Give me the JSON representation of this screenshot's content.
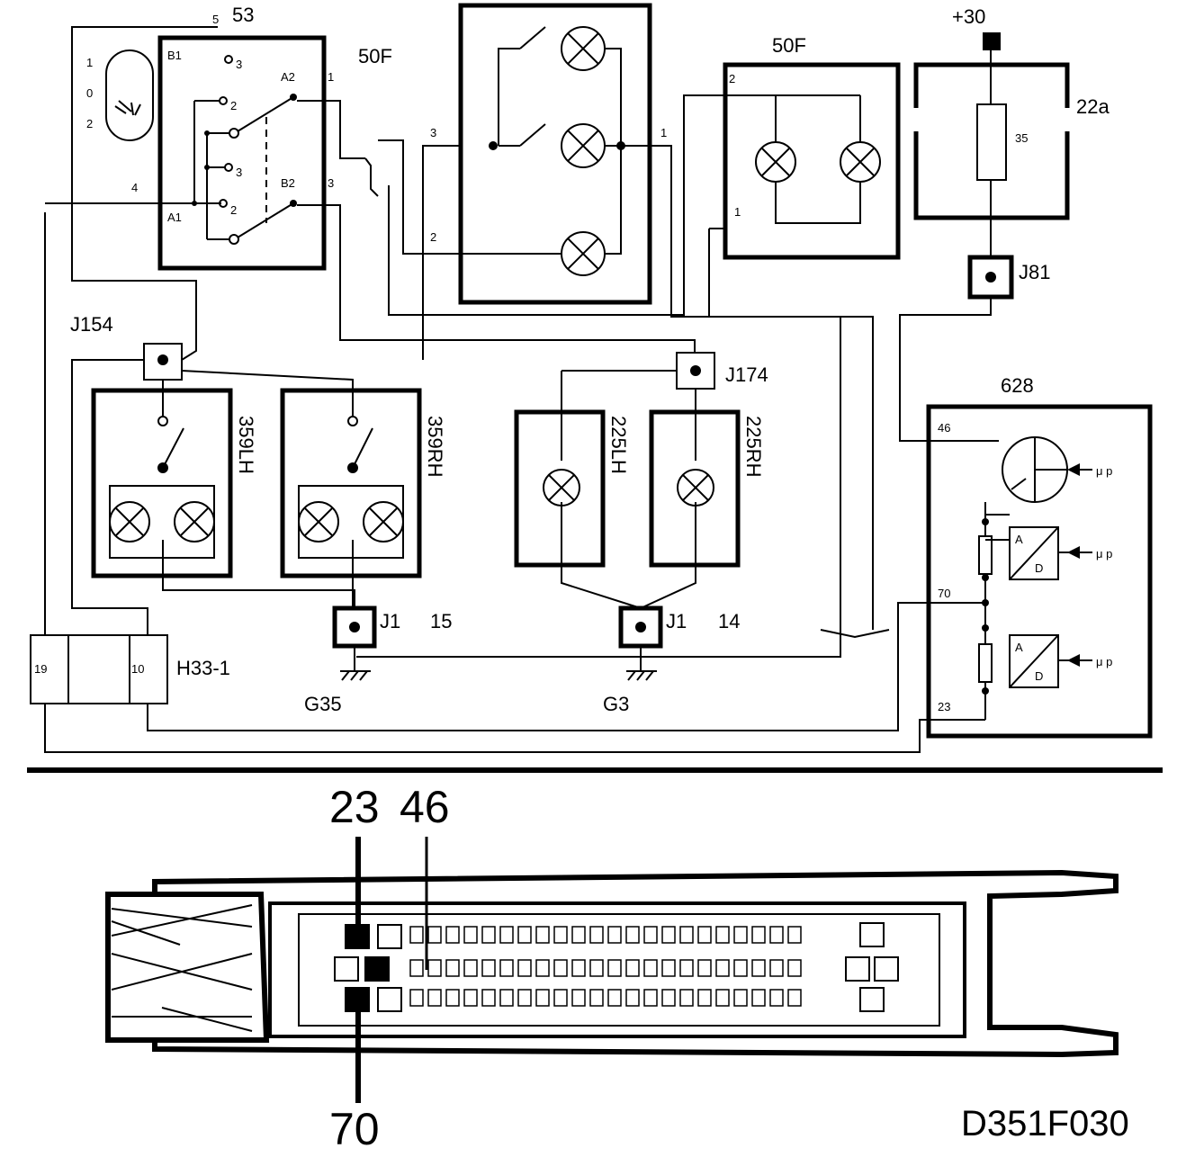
{
  "labels": {
    "switch_id": "53",
    "switch_term_5": "5",
    "switch_term_4": "4",
    "switch_term_1": "1",
    "switch_term_3": "3",
    "pos_1": "1",
    "pos_0": "0",
    "pos_2": "2",
    "b1": "B1",
    "a1": "A1",
    "a2": "A2",
    "b2": "B2",
    "o3a": "3",
    "o2a": "2",
    "o3b": "3",
    "o2b": "2",
    "lamp_unit_left": "50F",
    "lamp_unit_term_3": "3",
    "lamp_unit_term_2": "2",
    "lamp_unit_term_1": "1",
    "lamp_unit_right": "50F",
    "lamp_unit_right_term_2": "2",
    "lamp_unit_right_term_1": "1",
    "fuse_supply": "+30",
    "fuse_box": "22a",
    "fuse_value": "35",
    "j81": "J81",
    "j154": "J154",
    "j174": "J174",
    "lamp_359lh": "359LH",
    "lamp_359rh": "359RH",
    "lamp_225lh": "225LH",
    "lamp_225rh": "225RH",
    "ecu": "628",
    "ecu_pin_46": "46",
    "ecu_pin_70": "70",
    "ecu_pin_23": "23",
    "mu_p_1": "μ p",
    "mu_p_2": "μ p",
    "mu_p_3": "μ p",
    "ad_a1": "A",
    "ad_d1": "D",
    "ad_a2": "A",
    "ad_d2": "D",
    "j1_left": "J1",
    "j1_left_num": "15",
    "j1_right": "J1",
    "j1_right_num": "14",
    "g35": "G35",
    "g3": "G3",
    "h33": "H33-1",
    "h33_pin19": "19",
    "h33_pin10": "10",
    "conn_pin_23": "23",
    "conn_pin_46": "46",
    "conn_pin_70": "70",
    "figure_code": "D351F030"
  }
}
